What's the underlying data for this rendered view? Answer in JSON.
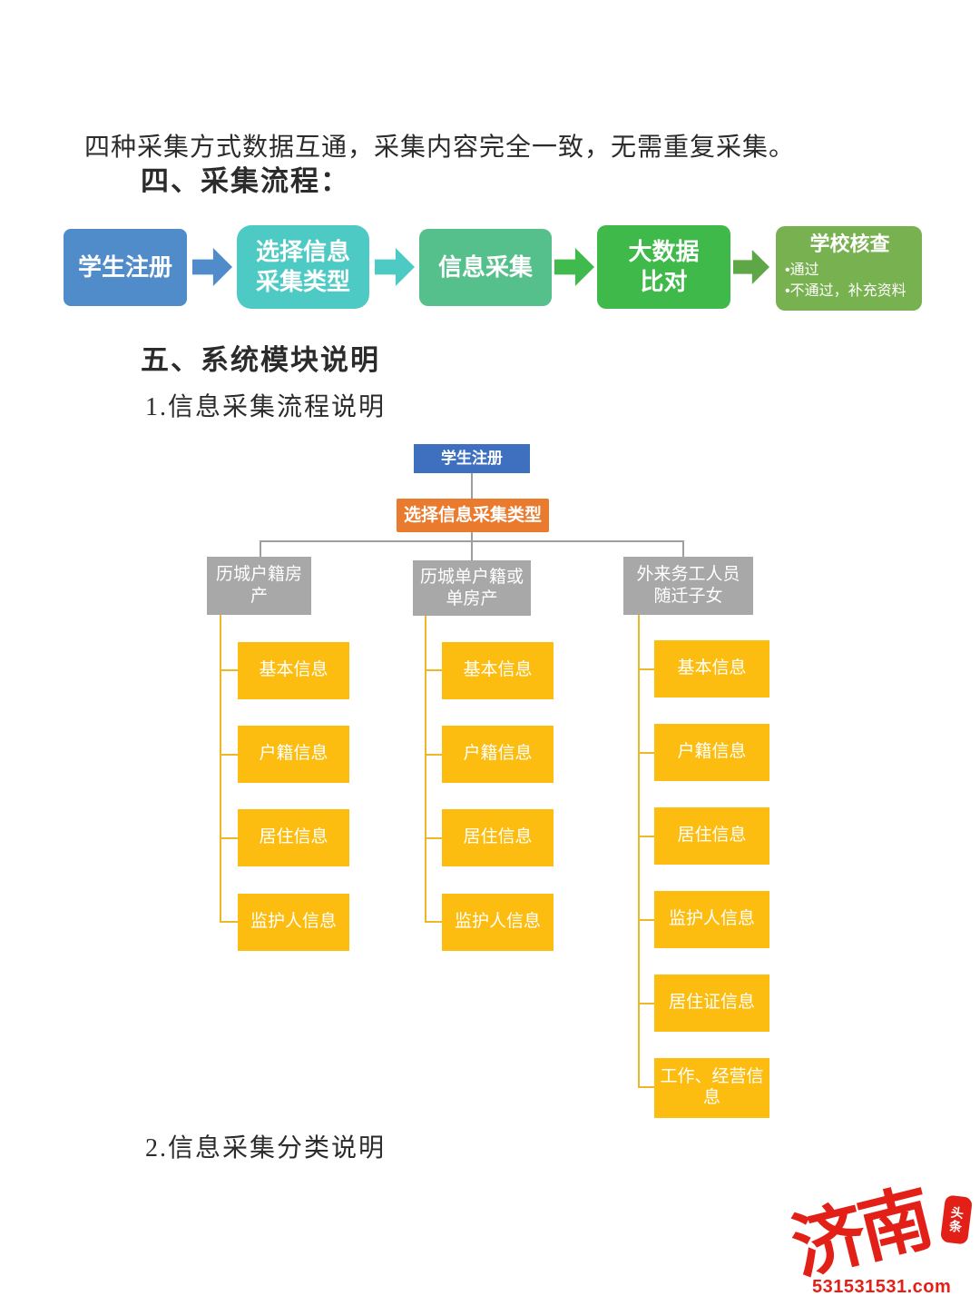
{
  "doc": {
    "intro": "四种采集方式数据互通，采集内容完全一致，无需重复采集。",
    "section4": "四、采集流程：",
    "section5": "五、系统模块说明",
    "sub1": "1.信息采集流程说明",
    "sub2": "2.信息采集分类说明"
  },
  "flow": {
    "steps": [
      {
        "label": "学生注册",
        "lines": [
          "学生注册"
        ],
        "color": "#4f8cc9"
      },
      {
        "label": "选择信息采集类型",
        "lines": [
          "选择信息",
          "采集类型"
        ],
        "color": "#4dcac3"
      },
      {
        "label": "信息采集",
        "lines": [
          "信息采集"
        ],
        "color": "#56c08d"
      },
      {
        "label": "大数据比对",
        "lines": [
          "大数据",
          "比对"
        ],
        "color": "#3fb94a"
      },
      {
        "label": "学校核查",
        "lines": [
          "学校核查"
        ],
        "bullets": [
          "•通过",
          "•不通过，补充资料"
        ],
        "color": "#78b150"
      }
    ],
    "arrow_colors": [
      "#4f8cc9",
      "#4dcac3",
      "#41ba4d",
      "#5ea747"
    ]
  },
  "tree": {
    "root": "学生注册",
    "root_color": "#3e70bf",
    "selector": "选择信息采集类型",
    "selector_color": "#ea7a2d",
    "branch_color": "#a8a8a8",
    "child_color": "#fdbd10",
    "branches": [
      {
        "label": "历城户籍房产",
        "lines": [
          "历城户籍房",
          "产"
        ],
        "children": [
          "基本信息",
          "户籍信息",
          "居住信息",
          "监护人信息"
        ]
      },
      {
        "label": "历城单户籍或单房产",
        "lines": [
          "历城单户籍或",
          "单房产"
        ],
        "children": [
          "基本信息",
          "户籍信息",
          "居住信息",
          "监护人信息"
        ]
      },
      {
        "label": "外来务工人员随迁子女",
        "lines": [
          "外来务工人员",
          "随迁子女"
        ],
        "children": [
          "基本信息",
          "户籍信息",
          "居住信息",
          "监护人信息",
          "居住证信息",
          "工作、经营信息"
        ]
      }
    ]
  },
  "watermark": {
    "brand": "济南",
    "seal": "头条",
    "url": "531531531.com",
    "color": "#e32017"
  }
}
